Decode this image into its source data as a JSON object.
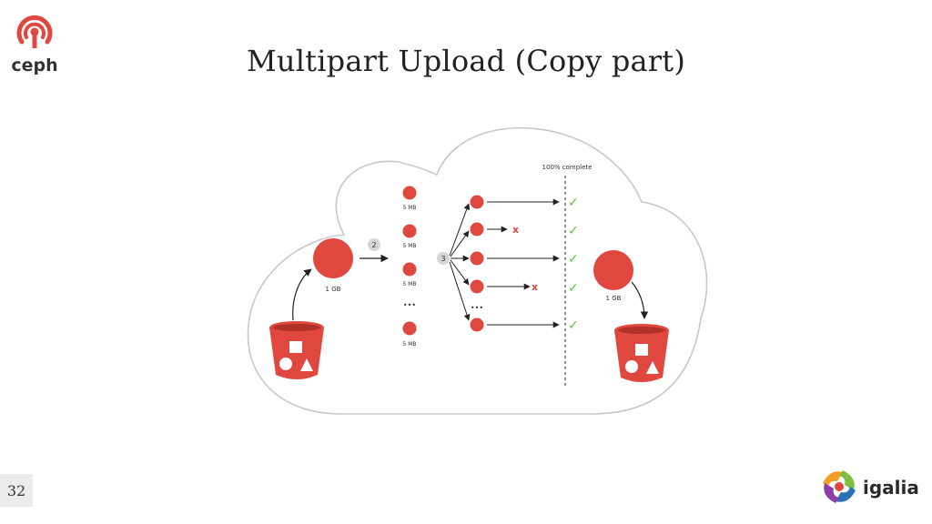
{
  "slide": {
    "title": "Multipart Upload (Copy part)",
    "page_number": "32"
  },
  "logos": {
    "ceph_text": "ceph",
    "igalia_text": "igalia"
  },
  "diagram": {
    "source_size_label": "1 GB",
    "dest_size_label": "1 GB",
    "step_2": "2",
    "step_3": "3",
    "part_size_label": "5 MB",
    "ellipsis": "•••",
    "complete_label": "100% complete",
    "failed_mark": "x",
    "success_mark": "✓"
  },
  "colors": {
    "accent_red": "#e0483f",
    "check_green": "#5cc23a",
    "cloud_stroke": "#c8c8c8"
  }
}
